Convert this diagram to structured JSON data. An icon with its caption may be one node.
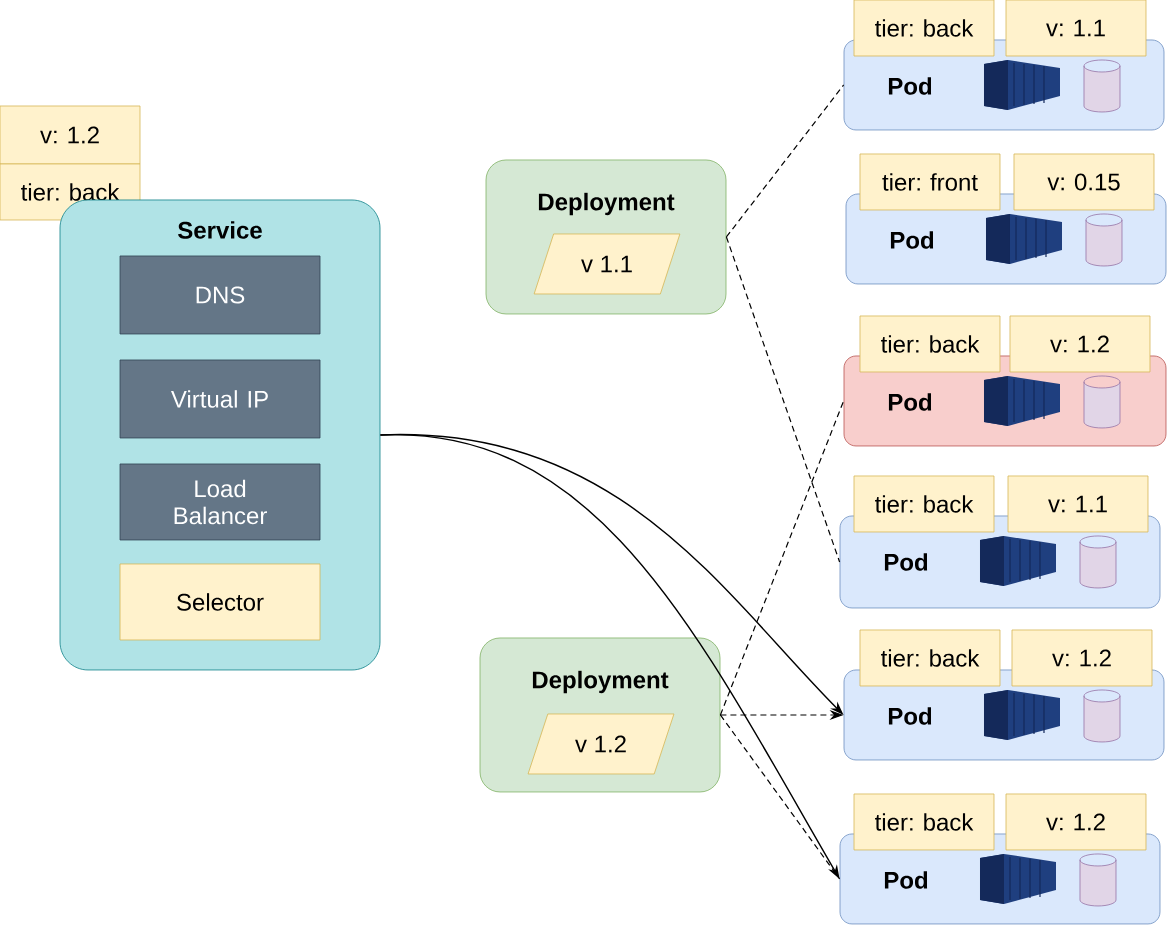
{
  "diagram": {
    "nodes": [
      {
        "text": [
          "v: 1.2"
        ]
      },
      {
        "text": [
          "tier: back"
        ]
      },
      {
        "text": [
          "Service"
        ]
      },
      {
        "text": [
          "DNS"
        ],
        "in": 2
      },
      {
        "text": [
          "Virtual IP"
        ],
        "in": 2
      },
      {
        "text": [
          "Load Balancer"
        ],
        "in": 2
      },
      {
        "text": [
          "Selector"
        ],
        "in": 2
      },
      {
        "text": [
          "Deployment"
        ]
      },
      {
        "text": [
          "v 1.1"
        ],
        "in": 7
      },
      {
        "text": [
          "Deployment"
        ]
      },
      {
        "text": [
          "v 1.2"
        ],
        "in": 9
      },
      {
        "text": [
          "Pod"
        ]
      },
      {
        "text": [
          "tier: back"
        ]
      },
      {
        "text": [
          "v: 1.1"
        ]
      },
      {
        "text": [
          "Pod"
        ]
      },
      {
        "text": [
          "tier: front"
        ]
      },
      {
        "text": [
          "v: 0.15"
        ]
      },
      {
        "text": [
          "Pod"
        ]
      },
      {
        "text": [
          "tier: back"
        ]
      },
      {
        "text": [
          "v: 1.2"
        ]
      },
      {
        "text": [
          "Pod"
        ]
      },
      {
        "text": [
          "tier: back"
        ]
      },
      {
        "text": [
          "v: 1.1"
        ]
      },
      {
        "text": [
          "Pod"
        ]
      },
      {
        "text": [
          "tier: back"
        ]
      },
      {
        "text": [
          "v: 1.2"
        ]
      },
      {
        "text": [
          "Pod"
        ]
      },
      {
        "text": [
          "tier: back"
        ]
      },
      {
        "text": [
          "v: 1.2"
        ]
      }
    ],
    "edges": [
      {
        "from": 7,
        "to": 11,
        "arrow": "none",
        "style": "dashed"
      },
      {
        "from": 7,
        "to": 20,
        "arrow": "none",
        "style": "dashed"
      },
      {
        "from": 9,
        "to": 17,
        "arrow": "none",
        "style": "dashed"
      },
      {
        "from": 9,
        "to": 23,
        "arrow": "to",
        "style": "dashed"
      },
      {
        "from": 9,
        "to": 26,
        "arrow": "none",
        "style": "dashed"
      },
      {
        "from": 2,
        "to": 23,
        "arrow": "to"
      },
      {
        "from": 2,
        "to": 26,
        "arrow": "to"
      }
    ]
  }
}
